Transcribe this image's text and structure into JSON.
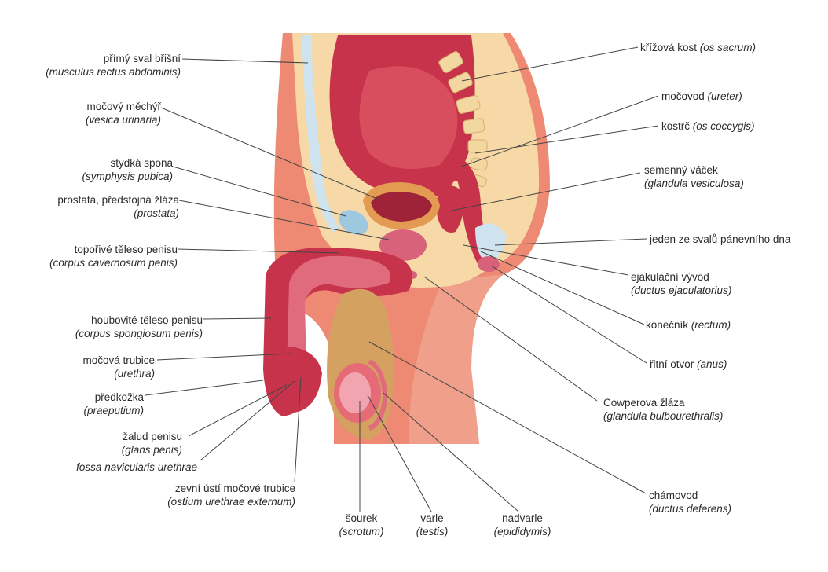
{
  "colors": {
    "skin": "#ee8a73",
    "skin_dark": "#e0654f",
    "fat": "#f6d9a7",
    "muscle": "#c7334a",
    "muscle_dark": "#9e2238",
    "bone": "#f3d7a0",
    "bladder": "#e56b76",
    "symphysis": "#9dc8e0",
    "scrotum": "#d4a160",
    "line": "#444444"
  },
  "labels": {
    "rectus": {
      "cz": "přímý sval břišní",
      "lat": "(musculus rectus abdominis)"
    },
    "bladder": {
      "cz": "močový měchýř",
      "lat": "(vesica urinaria)"
    },
    "symphysis": {
      "cz": "stydká spona",
      "lat": "(symphysis pubica)"
    },
    "prostate": {
      "cz": "prostata, předstojná žláza",
      "lat": "(prostata)"
    },
    "cavernosum": {
      "cz": "topořivé těleso penisu",
      "lat": "(corpus cavernosum penis)"
    },
    "spongiosum": {
      "cz": "houbovité těleso penisu",
      "lat": "(corpus spongiosum penis)"
    },
    "urethra": {
      "cz": "močová trubice",
      "lat": "(urethra)"
    },
    "praeputium": {
      "cz": "předkožka",
      "lat": "(praeputium)"
    },
    "glans": {
      "cz": "žalud penisu",
      "lat": "(glans penis)"
    },
    "fossa": {
      "lat": "fossa navicularis urethrae"
    },
    "ostium": {
      "cz": "zevní ústí močové trubice",
      "lat": "(ostium urethrae externum)"
    },
    "scrotum": {
      "cz": "šourek",
      "lat": "(scrotum)"
    },
    "testis": {
      "cz": "varle",
      "lat": "(testis)"
    },
    "epididymis": {
      "cz": "nadvarle",
      "lat": "(epididymis)"
    },
    "sacrum": {
      "cz": "křížová kost",
      "lat": "(os sacrum)"
    },
    "ureter": {
      "cz": "močovod",
      "lat": "(ureter)"
    },
    "coccyx": {
      "cz": "kostrč",
      "lat": "(os coccygis)"
    },
    "vesicle": {
      "cz": "semenný váček",
      "lat": "(glandula vesiculosa)"
    },
    "pelvic": {
      "cz": "jeden ze svalů pánevního dna"
    },
    "ejac": {
      "cz": "ejakulační vývod",
      "lat": "(ductus ejaculatorius)"
    },
    "rectum": {
      "cz": "konečník",
      "lat": "(rectum)"
    },
    "anus": {
      "cz": "řitní otvor",
      "lat": "(anus)"
    },
    "cowper": {
      "cz": "Cowperova žláza",
      "lat": "(glandula bulbourethralis)"
    },
    "deferens": {
      "cz": "chámovod",
      "lat": "(ductus deferens)"
    }
  }
}
